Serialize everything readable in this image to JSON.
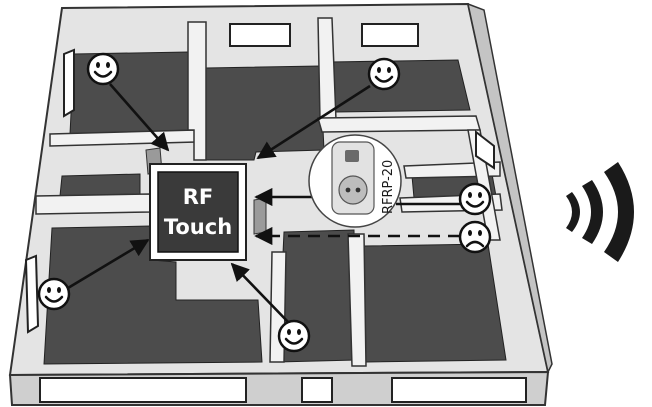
{
  "hub": {
    "line1": "RF",
    "line2": "Touch"
  },
  "repeater": {
    "label": "RFRP-20"
  },
  "signal_icon": "wireless-signal-icon",
  "smiley_icons": [
    "happy-face-icon",
    "sad-face-icon"
  ],
  "colors": {
    "floor": "#4a4a4a",
    "wall_top": "#d6d6d6",
    "wall_face": "#b9b9b9",
    "hub_fill": "#3b3b3b",
    "arrow": "#111111"
  }
}
